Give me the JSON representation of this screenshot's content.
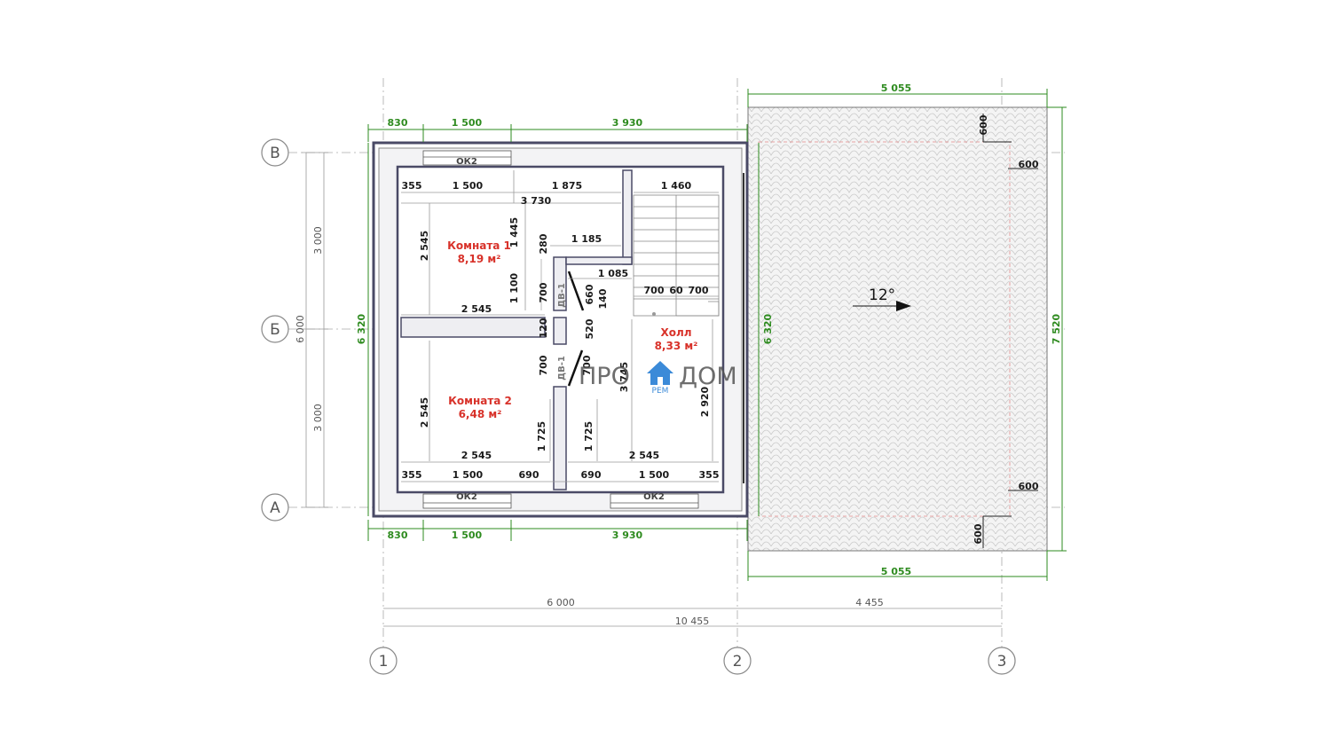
{
  "axes": {
    "letters": [
      "В",
      "Б",
      "А"
    ],
    "numbers": [
      "1",
      "2",
      "3"
    ]
  },
  "rooms": [
    {
      "name": "Комната 1",
      "area": "8,19 м²"
    },
    {
      "name": "Комната 2",
      "area": "6,48 м²"
    },
    {
      "name": "Холл",
      "area": "8,33 м²"
    }
  ],
  "labels": {
    "window": "ОК2",
    "door": "ДВ-1",
    "slope": "12°"
  },
  "watermark": {
    "left": "ПРО",
    "right": "ДОМ",
    "sub": "РЕМ"
  },
  "dims_green": {
    "top_830": "830",
    "top_1500": "1 500",
    "top_3930": "3 930",
    "bot_830": "830",
    "bot_1500": "1 500",
    "bot_3930": "3 930",
    "left_6320": "6 320",
    "mid_6320": "6 320",
    "roof_top_5055": "5 055",
    "roof_bot_5055": "5 055",
    "roof_7520": "7 520"
  },
  "dims_gray": {
    "v3000a": "3 000",
    "v6000": "6 000",
    "v3000b": "3 000",
    "h6000": "6 000",
    "h4455": "4 455",
    "h10455": "10 455"
  },
  "dims_black": {
    "r1_355": "355",
    "r1_1500": "1 500",
    "r1_1875": "1 875",
    "r1_3730": "3 730",
    "r1_2545v": "2 545",
    "r1_1445": "1 445",
    "r1_280": "280",
    "r1_1185": "1 185",
    "r1_1085": "1 085",
    "r1_1100": "1 100",
    "r1_2545h": "2 545",
    "d_700a": "700",
    "d_660": "660",
    "d_140": "140",
    "d_520": "520",
    "d_120": "120",
    "d_700b": "700",
    "d_700c": "700",
    "h_3745": "3 745",
    "h_1460": "1 460",
    "h_700a": "700",
    "h_60": "60",
    "h_700b": "700",
    "h_2920": "2 920",
    "r2_2545v": "2 545",
    "r2_1725a": "1 725",
    "r2_1725b": "1 725",
    "r2_2545h": "2 545",
    "h_2545": "2 545",
    "b_355a": "355",
    "b_1500a": "1 500",
    "b_690a": "690",
    "b_690b": "690",
    "b_1500b": "1 500",
    "b_355b": "355",
    "roof_600a": "600",
    "roof_600b": "600",
    "roof_600c": "600",
    "roof_600d": "600"
  }
}
